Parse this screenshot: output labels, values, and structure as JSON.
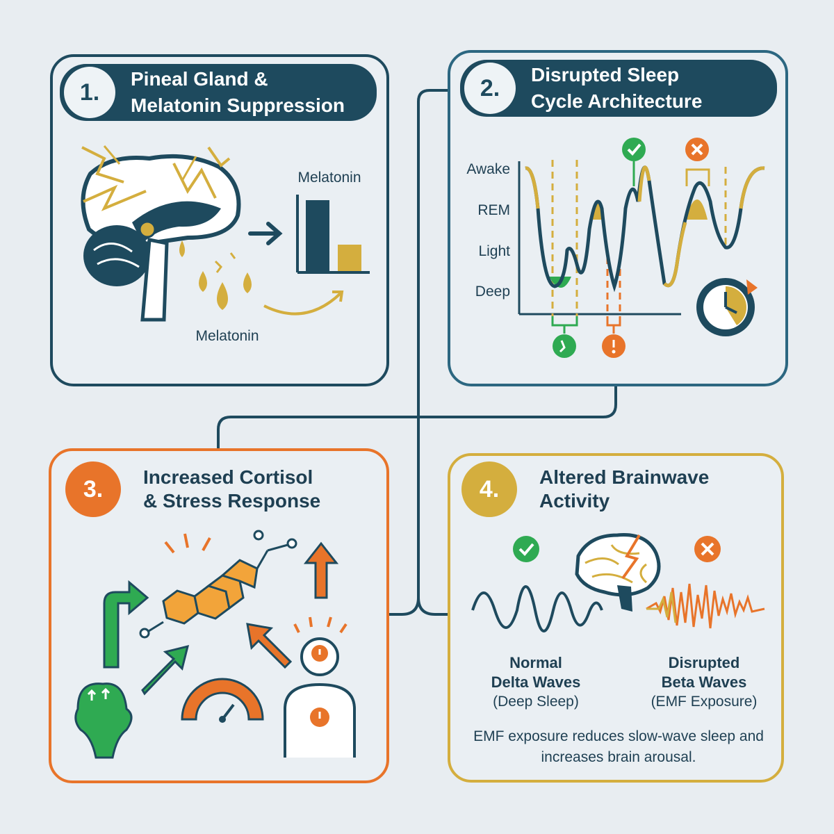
{
  "panels": [
    {
      "number": "1.",
      "title_line1": "Pineal Gland &",
      "title_line2": "Melatonin Suppression",
      "color": "#1e4a5e"
    },
    {
      "number": "2.",
      "title_line1": "Disrupted Sleep",
      "title_line2": "Cycle Architecture",
      "color": "#2c6781"
    },
    {
      "number": "3.",
      "title_line1": "Increased Cortisol",
      "title_line2": "& Stress Response",
      "color": "#e8742a"
    },
    {
      "number": "4.",
      "title_line1": "Altered Brainwave",
      "title_line2": "Activity",
      "color": "#d4ae3e"
    }
  ],
  "melatonin": {
    "chart_label": "Melatonin",
    "drops_label": "Melatonin",
    "bar_levels": [
      "high",
      "low"
    ]
  },
  "sleep_chart": {
    "stages": [
      "Awake",
      "REM",
      "Light",
      "Deep"
    ]
  },
  "brainwaves": {
    "normal_title1": "Normal",
    "normal_title2": "Delta Waves",
    "normal_sub": "(Deep Sleep)",
    "disrupted_title1": "Disrupted",
    "disrupted_title2": "Beta Waves",
    "disrupted_sub": "(EMF Exposure)",
    "summary": "EMF exposure reduces slow-wave sleep and increases brain arousal."
  },
  "colors": {
    "navy": "#1e4a5e",
    "teal": "#2c6781",
    "gold": "#d4ae3e",
    "orange": "#e8742a",
    "green": "#2faa52",
    "background": "#e8edf1"
  }
}
